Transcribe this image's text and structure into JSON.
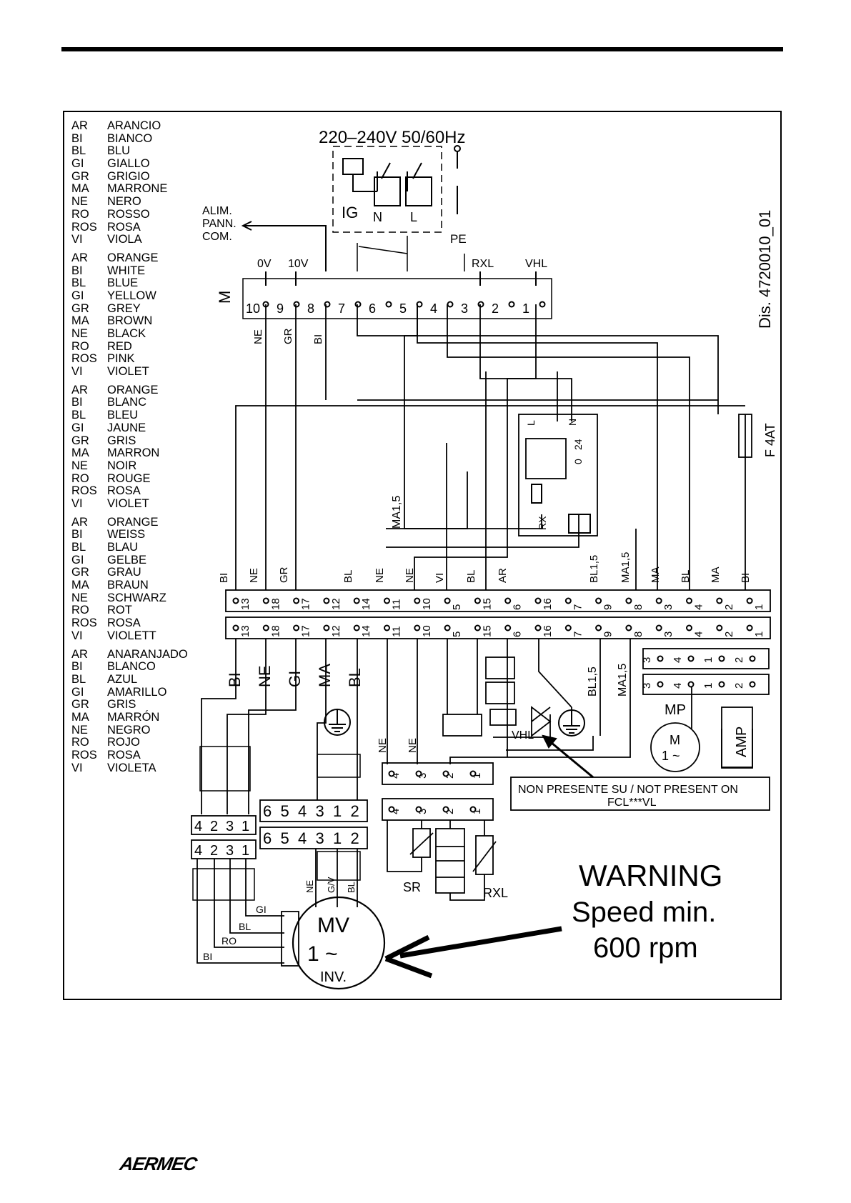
{
  "legend": [
    [
      [
        "AR",
        "ARANCIO"
      ],
      [
        "BI",
        "BIANCO"
      ],
      [
        "BL",
        "BLU"
      ],
      [
        "GI",
        "GIALLO"
      ],
      [
        "GR",
        "GRIGIO"
      ],
      [
        "MA",
        "MARRONE"
      ],
      [
        "NE",
        "NERO"
      ],
      [
        "RO",
        "ROSSO"
      ],
      [
        "ROS",
        "ROSA"
      ],
      [
        "VI",
        "VIOLA"
      ]
    ],
    [
      [
        "AR",
        "ORANGE"
      ],
      [
        "BI",
        "WHITE"
      ],
      [
        "BL",
        "BLUE"
      ],
      [
        "GI",
        "YELLOW"
      ],
      [
        "GR",
        "GREY"
      ],
      [
        "MA",
        "BROWN"
      ],
      [
        "NE",
        "BLACK"
      ],
      [
        "RO",
        "RED"
      ],
      [
        "ROS",
        "PINK"
      ],
      [
        "VI",
        "VIOLET"
      ]
    ],
    [
      [
        "AR",
        "ORANGE"
      ],
      [
        "BI",
        "BLANC"
      ],
      [
        "BL",
        "BLEU"
      ],
      [
        "GI",
        "JAUNE"
      ],
      [
        "GR",
        "GRIS"
      ],
      [
        "MA",
        "MARRON"
      ],
      [
        "NE",
        "NOIR"
      ],
      [
        "RO",
        "ROUGE"
      ],
      [
        "ROS",
        "ROSA"
      ],
      [
        "VI",
        "VIOLET"
      ]
    ],
    [
      [
        "AR",
        "ORANGE"
      ],
      [
        "BI",
        "WEISS"
      ],
      [
        "BL",
        "BLAU"
      ],
      [
        "GI",
        "GELBE"
      ],
      [
        "GR",
        "GRAU"
      ],
      [
        "MA",
        "BRAUN"
      ],
      [
        "NE",
        "SCHWARZ"
      ],
      [
        "RO",
        "ROT"
      ],
      [
        "ROS",
        "ROSA"
      ],
      [
        "VI",
        "VIOLETT"
      ]
    ],
    [
      [
        "AR",
        "ANARANJADO"
      ],
      [
        "BI",
        "BLANCO"
      ],
      [
        "BL",
        "AZUL"
      ],
      [
        "GI",
        "AMARILLO"
      ],
      [
        "GR",
        "GRIS"
      ],
      [
        "MA",
        "MARRÓN"
      ],
      [
        "NE",
        "NEGRO"
      ],
      [
        "RO",
        "ROJO"
      ],
      [
        "ROS",
        "ROSA"
      ],
      [
        "VI",
        "VIOLETA"
      ]
    ]
  ],
  "supply": "220–240V 50/60Hz",
  "drawing_id": "Dis. 4720010_01",
  "ig": "IG",
  "n": "N",
  "l": "L",
  "pe": "PE",
  "alim": [
    "ALIM.",
    "PANN.",
    "COM."
  ],
  "m_label": "M",
  "m_inputs": [
    "0V",
    "10V",
    "RXL",
    "VHL"
  ],
  "m_terminals": [
    "10",
    "9",
    "8",
    "7",
    "6",
    "5",
    "4",
    "3",
    "2",
    "1"
  ],
  "m_wires": [
    "NE",
    "GR",
    "BI"
  ],
  "ma15": "MA1,5",
  "fuse": "F 4AT",
  "pcb": [
    "L",
    "N",
    "24",
    "0",
    "RX"
  ],
  "tb_wires": [
    "BI",
    "NE",
    "GR",
    "BL",
    "NE",
    "NE",
    "VI",
    "BL",
    "AR",
    "BL1,5",
    "MA1,5",
    "MA",
    "BL",
    "MA",
    "BI"
  ],
  "tb_numbers": [
    "13",
    "18",
    "17",
    "12",
    "14",
    "11",
    "10",
    "5",
    "15",
    "6",
    "16",
    "7",
    "9",
    "8",
    "3",
    "4",
    "2",
    "1"
  ],
  "lower_wires": [
    "BI",
    "NE",
    "GI",
    "MA",
    "BL"
  ],
  "lower_right_wires": [
    "BL1,5",
    "MA1,5"
  ],
  "mp_terminals": [
    "3",
    "4",
    "1",
    "2"
  ],
  "mp": "MP",
  "m_motor": [
    "M",
    "1 ~"
  ],
  "amp": "AMP",
  "vhl": "VHL",
  "sr_wires": [
    "NE",
    "NE"
  ],
  "sr_terminals": [
    "4",
    "3",
    "2",
    "1"
  ],
  "not_present": [
    "NON PRESENTE SU / NOT PRESENT ON",
    "FCL***VL"
  ],
  "conn6": [
    "6",
    "5",
    "4",
    "3",
    "1",
    "2"
  ],
  "conn4": [
    "4",
    "2",
    "3",
    "1"
  ],
  "fan_wires": [
    "NE",
    "G/V",
    "BL"
  ],
  "motor_wires": [
    "GI",
    "BL",
    "RO",
    "BI"
  ],
  "sr": "SR",
  "rxl": "RXL",
  "mv": [
    "MV",
    "1 ~",
    "INV."
  ],
  "warning": [
    "WARNING",
    "Speed min.",
    "600 rpm"
  ],
  "brand": "AERMEC"
}
